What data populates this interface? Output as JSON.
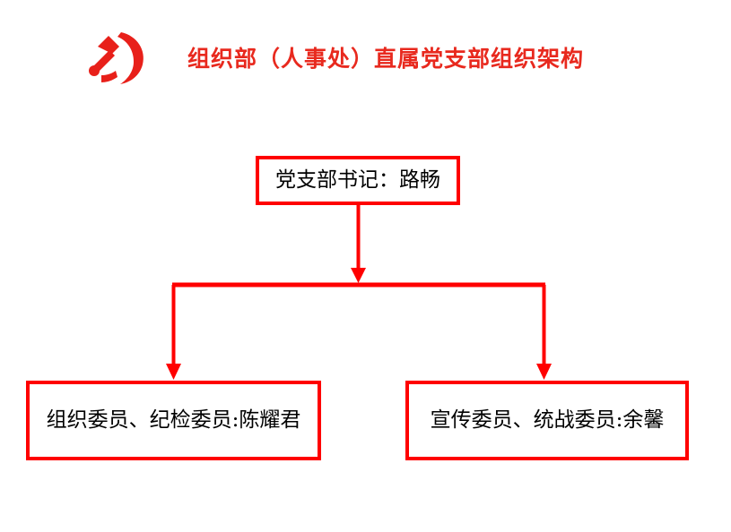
{
  "header": {
    "emblem_icon": "party-hammer-sickle-icon",
    "title": "组织部（人事处）直属党支部组织架构",
    "title_color": "#e8291e"
  },
  "theme": {
    "accent_color": "#ff0000",
    "box_border_color": "#ff0000",
    "box_text_color": "#000000",
    "background_color": "#ffffff"
  },
  "org_chart": {
    "type": "diagram",
    "root": {
      "label": "党支部书记：路畅",
      "role": "党支部书记",
      "name": "路畅"
    },
    "children": [
      {
        "label": "组织委员、纪检委员:陈耀君",
        "role": "组织委员、纪检委员",
        "name": "陈耀君"
      },
      {
        "label": "宣传委员、统战委员:余馨",
        "role": "宣传委员、统战委员",
        "name": "余馨"
      }
    ]
  }
}
